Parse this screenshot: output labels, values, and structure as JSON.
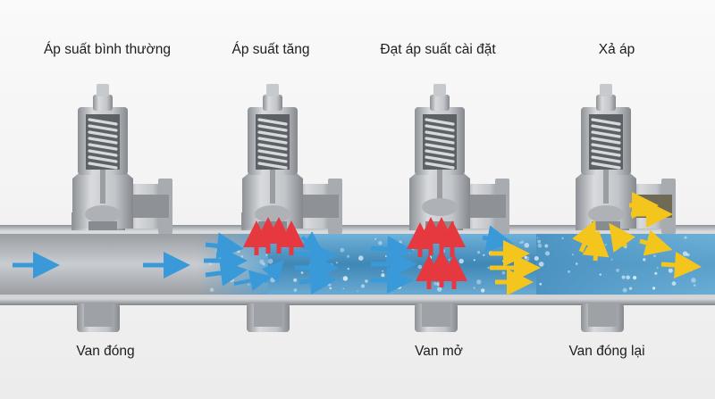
{
  "stages": [
    {
      "title": "Áp suất bình thường",
      "caption": "Van đóng"
    },
    {
      "title": "Áp suất tăng",
      "caption": ""
    },
    {
      "title": "Đạt áp suất cài đặt",
      "caption": "Van mở"
    },
    {
      "title": "Xả áp",
      "caption": "Van đóng lại"
    }
  ],
  "colors": {
    "flow_blue": "#3a9ad9",
    "pressure_red": "#e5393f",
    "release_yellow": "#f4c51c",
    "water": "#4f98c6",
    "metal": "#b9bcc0"
  },
  "icons": [
    "flow-arrow-icon",
    "pressure-arrow-icon",
    "release-arrow-icon",
    "spring-icon"
  ]
}
